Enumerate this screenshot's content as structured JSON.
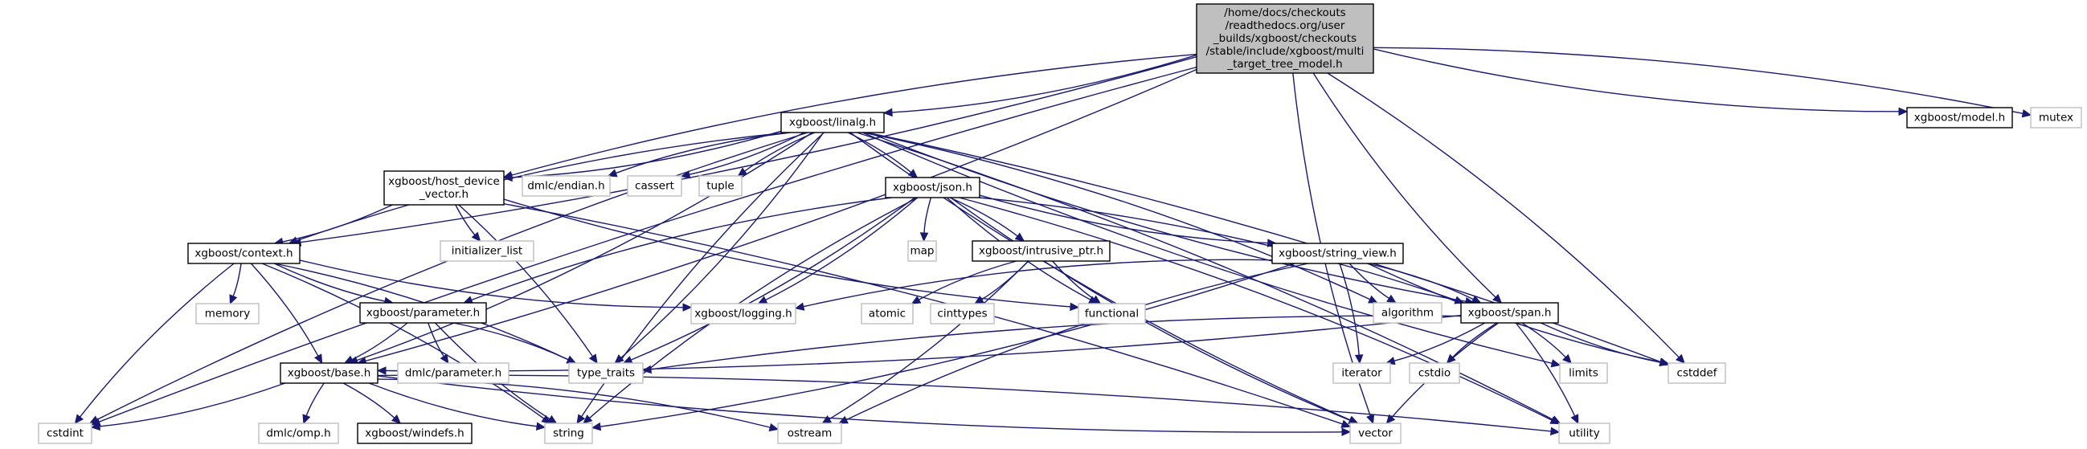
{
  "title": "Include dependency graph for multi_target_tree_model.h",
  "colors": {
    "edge": "#191970",
    "root_fill": "#bfbfbf",
    "internal_border": "#000000",
    "external_border": "#bfbfbf"
  },
  "nodes": [
    {
      "id": "root",
      "kind": "root",
      "lines": [
        "/home/docs/checkouts",
        "/readthedocs.org/user",
        "_builds/xgboost/checkouts",
        "/stable/include/xgboost/multi",
        "_target_tree_model.h"
      ]
    },
    {
      "id": "linalg",
      "kind": "internal",
      "lines": [
        "xgboost/linalg.h"
      ]
    },
    {
      "id": "model",
      "kind": "internal",
      "lines": [
        "xgboost/model.h"
      ]
    },
    {
      "id": "mutex",
      "kind": "external",
      "lines": [
        "mutex"
      ]
    },
    {
      "id": "hdv",
      "kind": "internal",
      "lines": [
        "xgboost/host_device",
        "_vector.h"
      ]
    },
    {
      "id": "endian",
      "kind": "external",
      "lines": [
        "dmlc/endian.h"
      ]
    },
    {
      "id": "cassert",
      "kind": "external",
      "lines": [
        "cassert"
      ]
    },
    {
      "id": "tuple",
      "kind": "external",
      "lines": [
        "tuple"
      ]
    },
    {
      "id": "json",
      "kind": "internal",
      "lines": [
        "xgboost/json.h"
      ]
    },
    {
      "id": "context",
      "kind": "internal",
      "lines": [
        "xgboost/context.h"
      ]
    },
    {
      "id": "initlist",
      "kind": "external",
      "lines": [
        "initializer_list"
      ]
    },
    {
      "id": "map",
      "kind": "external",
      "lines": [
        "map"
      ]
    },
    {
      "id": "intrusive",
      "kind": "internal",
      "lines": [
        "xgboost/intrusive_ptr.h"
      ]
    },
    {
      "id": "stringview",
      "kind": "internal",
      "lines": [
        "xgboost/string_view.h"
      ]
    },
    {
      "id": "memory",
      "kind": "external",
      "lines": [
        "memory"
      ]
    },
    {
      "id": "parameter",
      "kind": "internal",
      "lines": [
        "xgboost/parameter.h"
      ]
    },
    {
      "id": "logging",
      "kind": "external",
      "lines": [
        "xgboost/logging.h"
      ]
    },
    {
      "id": "atomic",
      "kind": "external",
      "lines": [
        "atomic"
      ]
    },
    {
      "id": "cinttypes",
      "kind": "external",
      "lines": [
        "cinttypes"
      ]
    },
    {
      "id": "functional",
      "kind": "external",
      "lines": [
        "functional"
      ]
    },
    {
      "id": "algorithm",
      "kind": "external",
      "lines": [
        "algorithm"
      ]
    },
    {
      "id": "span",
      "kind": "internal",
      "lines": [
        "xgboost/span.h"
      ]
    },
    {
      "id": "base",
      "kind": "internal",
      "lines": [
        "xgboost/base.h"
      ]
    },
    {
      "id": "dmlcparam",
      "kind": "external",
      "lines": [
        "dmlc/parameter.h"
      ]
    },
    {
      "id": "typetraits",
      "kind": "external",
      "lines": [
        "type_traits"
      ]
    },
    {
      "id": "iterator",
      "kind": "external",
      "lines": [
        "iterator"
      ]
    },
    {
      "id": "cstdio",
      "kind": "external",
      "lines": [
        "cstdio"
      ]
    },
    {
      "id": "limits",
      "kind": "external",
      "lines": [
        "limits"
      ]
    },
    {
      "id": "cstddef",
      "kind": "external",
      "lines": [
        "cstddef"
      ]
    },
    {
      "id": "cstdint",
      "kind": "external",
      "lines": [
        "cstdint"
      ]
    },
    {
      "id": "omp",
      "kind": "external",
      "lines": [
        "dmlc/omp.h"
      ]
    },
    {
      "id": "windefs",
      "kind": "internal",
      "lines": [
        "xgboost/windefs.h"
      ]
    },
    {
      "id": "string",
      "kind": "external",
      "lines": [
        "string"
      ]
    },
    {
      "id": "ostream",
      "kind": "external",
      "lines": [
        "ostream"
      ]
    },
    {
      "id": "vector",
      "kind": "external",
      "lines": [
        "vector"
      ]
    },
    {
      "id": "utility",
      "kind": "external",
      "lines": [
        "utility"
      ]
    }
  ],
  "edges": [
    [
      "root",
      "linalg"
    ],
    [
      "root",
      "model"
    ],
    [
      "root",
      "mutex"
    ],
    [
      "root",
      "hdv"
    ],
    [
      "root",
      "context"
    ],
    [
      "root",
      "span"
    ],
    [
      "root",
      "base"
    ],
    [
      "root",
      "cstdint"
    ],
    [
      "root",
      "cstddef"
    ],
    [
      "root",
      "vector"
    ],
    [
      "linalg",
      "hdv"
    ],
    [
      "linalg",
      "endian"
    ],
    [
      "linalg",
      "cassert"
    ],
    [
      "linalg",
      "tuple"
    ],
    [
      "linalg",
      "json"
    ],
    [
      "linalg",
      "context"
    ],
    [
      "linalg",
      "base"
    ],
    [
      "linalg",
      "span"
    ],
    [
      "linalg",
      "typetraits"
    ],
    [
      "linalg",
      "string"
    ],
    [
      "linalg",
      "algorithm"
    ],
    [
      "linalg",
      "limits"
    ],
    [
      "linalg",
      "cstddef"
    ],
    [
      "linalg",
      "cstdint"
    ],
    [
      "linalg",
      "utility"
    ],
    [
      "linalg",
      "vector"
    ],
    [
      "hdv",
      "context"
    ],
    [
      "hdv",
      "initlist"
    ],
    [
      "hdv",
      "typetraits"
    ],
    [
      "hdv",
      "functional"
    ],
    [
      "hdv",
      "vector"
    ],
    [
      "json",
      "parameter"
    ],
    [
      "json",
      "logging"
    ],
    [
      "json",
      "map"
    ],
    [
      "json",
      "intrusive"
    ],
    [
      "json",
      "stringview"
    ],
    [
      "json",
      "typetraits"
    ],
    [
      "json",
      "string"
    ],
    [
      "json",
      "span"
    ],
    [
      "json",
      "functional"
    ],
    [
      "json",
      "utility"
    ],
    [
      "json",
      "vector"
    ],
    [
      "context",
      "memory"
    ],
    [
      "context",
      "parameter"
    ],
    [
      "context",
      "base"
    ],
    [
      "context",
      "logging"
    ],
    [
      "context",
      "typetraits"
    ],
    [
      "context",
      "cstdint"
    ],
    [
      "context",
      "string"
    ],
    [
      "intrusive",
      "atomic"
    ],
    [
      "intrusive",
      "cinttypes"
    ],
    [
      "intrusive",
      "functional"
    ],
    [
      "intrusive",
      "ostream"
    ],
    [
      "stringview",
      "logging"
    ],
    [
      "stringview",
      "span"
    ],
    [
      "stringview",
      "algorithm"
    ],
    [
      "stringview",
      "iterator"
    ],
    [
      "stringview",
      "cstddef"
    ],
    [
      "stringview",
      "string"
    ],
    [
      "stringview",
      "ostream"
    ],
    [
      "parameter",
      "base"
    ],
    [
      "parameter",
      "dmlcparam"
    ],
    [
      "parameter",
      "typetraits"
    ],
    [
      "parameter",
      "string"
    ],
    [
      "span",
      "base"
    ],
    [
      "span",
      "typetraits"
    ],
    [
      "span",
      "iterator"
    ],
    [
      "span",
      "cstdio"
    ],
    [
      "span",
      "limits"
    ],
    [
      "span",
      "cstddef"
    ],
    [
      "span",
      "utility"
    ],
    [
      "span",
      "vector"
    ],
    [
      "base",
      "cstdint"
    ],
    [
      "base",
      "omp"
    ],
    [
      "base",
      "windefs"
    ],
    [
      "base",
      "string"
    ],
    [
      "base",
      "ostream"
    ],
    [
      "base",
      "vector"
    ],
    [
      "base",
      "utility"
    ]
  ]
}
